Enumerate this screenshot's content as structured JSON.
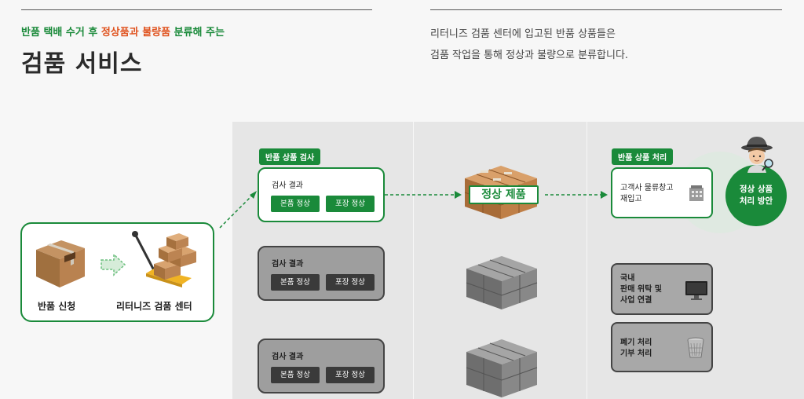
{
  "header": {
    "subtitle_green_1": "반품 택배 수거 후 ",
    "subtitle_orange": "정상품과 불량품",
    "subtitle_green_2": " 분류해 주는",
    "title": "검품 서비스",
    "description_line1": "리터니즈 검품 센터에 입고된 반품 상품들은",
    "description_line2": "검품 작업을 통해 정상과 불량으로 분류합니다."
  },
  "start": {
    "return_request_label": "반품 신청",
    "center_label": "리터니즈 검품 센터"
  },
  "inspection": {
    "tag": "반품 상품 검사",
    "cards": [
      {
        "label": "검사 결과",
        "button1": "본품 정상",
        "button2": "포장 정상",
        "state": "active"
      },
      {
        "label": "검사 결과",
        "button1": "본품 정상",
        "button2": "포장 정상",
        "state": "inactive"
      },
      {
        "label": "검사 결과",
        "button1": "본품 정상",
        "button2": "포장 정상",
        "state": "inactive"
      }
    ]
  },
  "result": {
    "normal_product_label": "정상 제품"
  },
  "processing": {
    "tag": "반품 상품 처리",
    "options": [
      {
        "line1": "고객사 물류창고",
        "line2": "재입고",
        "icon": "warehouse-icon",
        "state": "active"
      },
      {
        "line1": "국내",
        "line2": "판매 위탁 및",
        "line3": "사업 연결",
        "icon": "monitor-icon",
        "state": "inactive"
      },
      {
        "line1": "폐기 처리",
        "line2": "기부 처리",
        "icon": "trash-bin-icon",
        "state": "inactive"
      }
    ],
    "circle_line1": "정상 상품",
    "circle_line2": "처리 방안"
  },
  "colors": {
    "brand_green": "#1a8a3a",
    "accent_orange": "#e0531f",
    "inactive_gray": "#9e9e9e"
  }
}
